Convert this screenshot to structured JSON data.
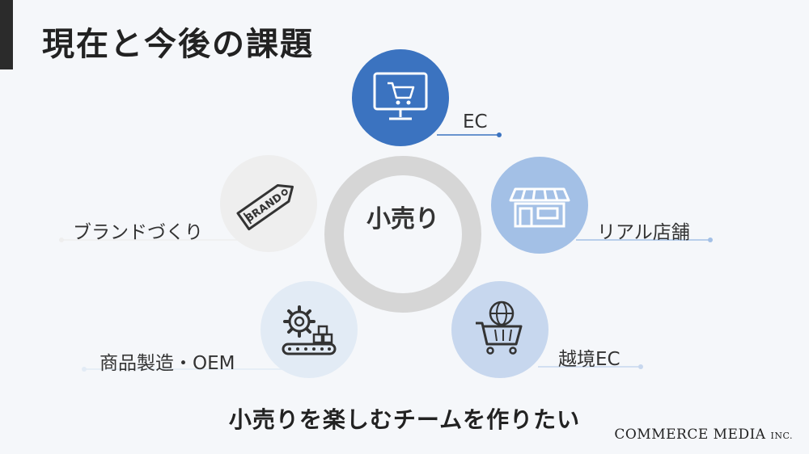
{
  "title": "現在と今後の課題",
  "center": "小売り",
  "nodes": {
    "ec": {
      "label": "EC",
      "color": "#3b73c0"
    },
    "real": {
      "label": "リアル店舗",
      "color": "#a3c0e6"
    },
    "cross": {
      "label": "越境EC",
      "color": "#c7d7ee"
    },
    "oem": {
      "label": "商品製造・OEM",
      "color": "#e2ebf5"
    },
    "brand": {
      "label": "ブランドづくり",
      "color": "#eeeeee"
    }
  },
  "icons": {
    "ec": "monitor-cart-icon",
    "real": "storefront-icon",
    "cross": "globe-cart-icon",
    "oem": "gear-conveyor-icon",
    "brand": "brand-tag-icon"
  },
  "brand_tag_text": "BRAND",
  "tagline": "小売りを楽しむチームを作りたい",
  "logo": {
    "main": "COMMERCE MEDIA",
    "suffix": "INC."
  }
}
